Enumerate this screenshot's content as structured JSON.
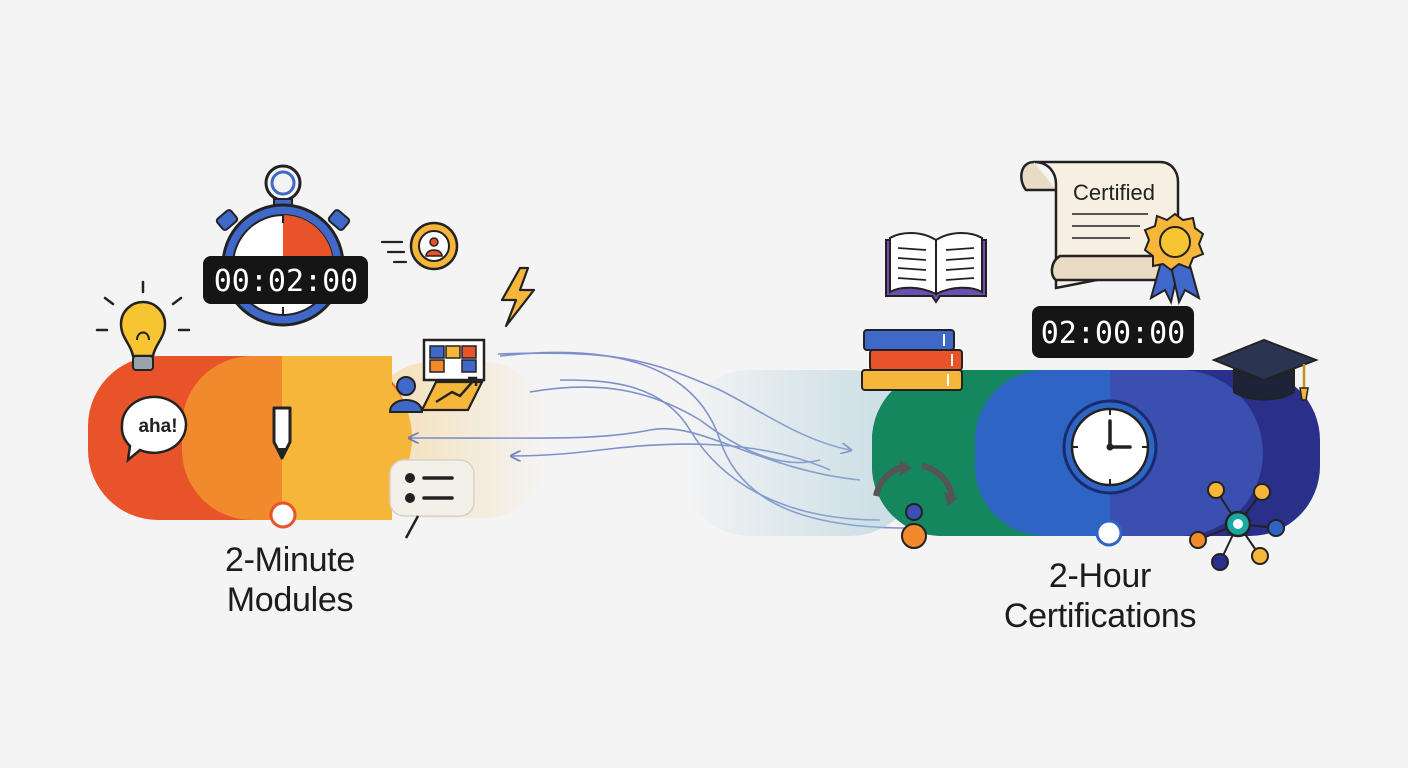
{
  "left": {
    "timer": "00:02:00",
    "bubble": "aha!",
    "label_line1": "2-Minute",
    "label_line2": "Modules",
    "icons": [
      "stopwatch-icon",
      "lightbulb-icon",
      "speech-bubble-icon",
      "pencil-icon",
      "user-badge-icon",
      "lightning-icon",
      "chart-presentation-icon",
      "checklist-icon"
    ]
  },
  "right": {
    "timer": "02:00:00",
    "certificate": "Certified",
    "label_line1": "2-Hour",
    "label_line2": "Certifications",
    "icons": [
      "certificate-scroll-icon",
      "ribbon-badge-icon",
      "open-book-icon",
      "book-stack-icon",
      "graduation-cap-icon",
      "clock-icon",
      "cycle-arrows-icon",
      "network-icon"
    ]
  },
  "colors": {
    "left_gradient": [
      "#e8532a",
      "#f08a2c",
      "#f5b63a"
    ],
    "right_gradient": [
      "#14875e",
      "#2e64c4",
      "#2a2f8a"
    ],
    "connector": "#5b6fb8"
  }
}
